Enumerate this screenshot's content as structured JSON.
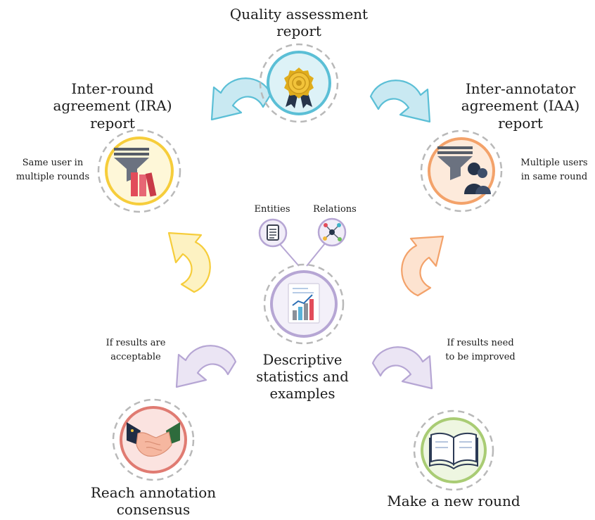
{
  "nodes": {
    "quality": {
      "title": [
        "Quality assessment",
        "report"
      ],
      "icon": "award-badge-icon",
      "color": "#5bbfd6"
    },
    "ira": {
      "title": [
        "Inter-round",
        "agreement (IRA)",
        "report"
      ],
      "note": [
        "Same user in",
        "multiple rounds"
      ],
      "icon": "funnel-books-icon",
      "color": "#f6cd3b"
    },
    "iaa": {
      "title": [
        "Inter-annotator",
        "agreement (IAA)",
        "report"
      ],
      "note": [
        "Multiple users",
        "in same round"
      ],
      "icon": "funnel-users-icon",
      "color": "#f3a26a"
    },
    "stats": {
      "title": [
        "Descriptive",
        "statistics and",
        "examples"
      ],
      "icon": "bar-chart-report-icon",
      "color": "#b6a6d4"
    },
    "entities": {
      "label": "Entities",
      "icon": "document-icon"
    },
    "relations": {
      "label": "Relations",
      "icon": "network-icon"
    },
    "consensus": {
      "title": [
        "Reach annotation",
        "consensus"
      ],
      "note": [
        "If results are",
        "acceptable"
      ],
      "icon": "handshake-icon",
      "color": "#e07b72"
    },
    "newround": {
      "title": [
        "Make a new round"
      ],
      "note": [
        "If results need",
        "to be improved"
      ],
      "icon": "open-book-icon",
      "color": "#a9cc74"
    }
  },
  "colors": {
    "blue_arrow": "#c9e9f2",
    "blue_arrow_edge": "#5bbfd6",
    "yellow_arrow": "#fdf2c2",
    "yellow_arrow_edge": "#f6cd3b",
    "orange_arrow": "#fde3d0",
    "orange_arrow_edge": "#f3a26a",
    "purple_arrow": "#ebe5f4",
    "purple_arrow_edge": "#b6a6d4",
    "dashed_ring": "#b9b9b9"
  }
}
